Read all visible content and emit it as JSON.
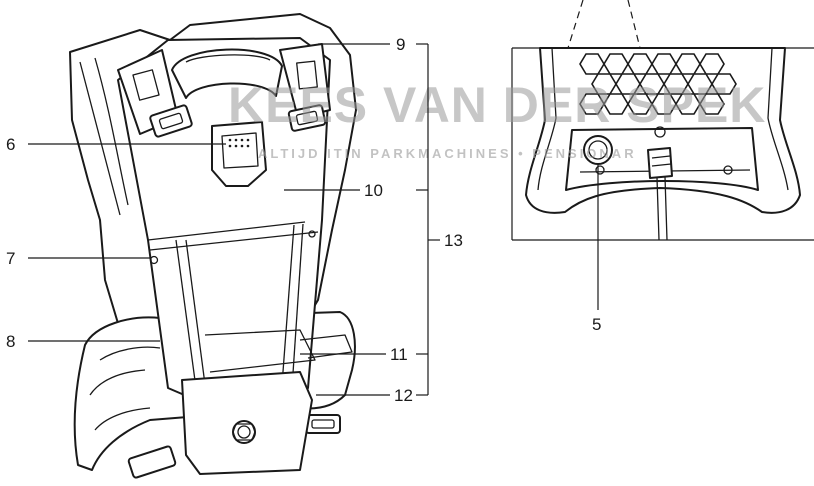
{
  "figure": {
    "callouts": {
      "c5": "5",
      "c6": "6",
      "c7": "7",
      "c8": "8",
      "c9": "9",
      "c10": "10",
      "c11": "11",
      "c12": "12",
      "c13": "13"
    },
    "watermark": {
      "main": "KEES VAN DER SPEK",
      "sub": "ALTIJD ITIN PARKMACHINES • PENSIONAR"
    }
  }
}
